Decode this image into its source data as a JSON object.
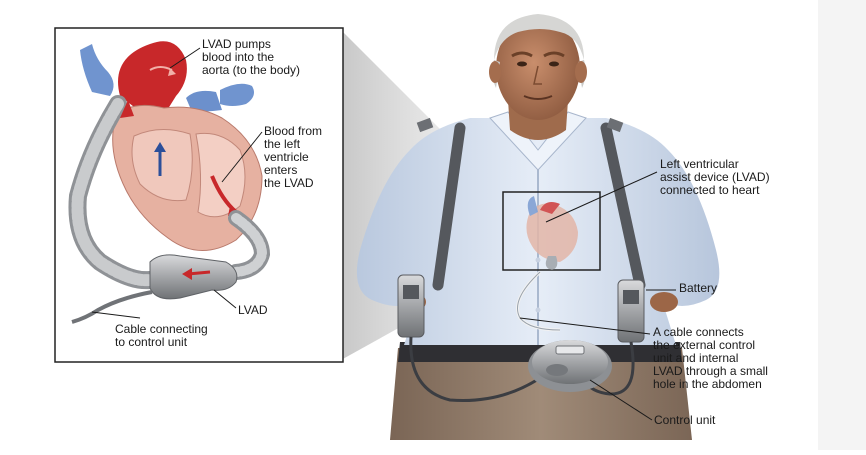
{
  "labels": {
    "lvad_pumps": "LVAD pumps\nblood into the\naorta (to the body)",
    "blood_from": "Blood from\nthe left\nventricle\nenters\nthe LVAD",
    "lvad": "LVAD",
    "cable_control": "Cable connecting\nto control unit",
    "left_ventricular": "Left ventricular\nassist device (LVAD)\nconnected to heart",
    "battery": "Battery",
    "cable_connects": "A cable connects\nthe external control\nunit and internal\nLVAD through a small\nhole in the abdomen",
    "control_unit": "Control unit"
  },
  "colors": {
    "blood_red": "#c8282a",
    "vein_blue": "#6f93cf",
    "heart_tissue": "#e8b5a6",
    "shirt": "#dbe4f1",
    "pants": "#8f7a68",
    "device_gray": "#a9abad",
    "strap": "#5a5d62"
  },
  "icons": [
    "heart-illustration",
    "lvad-pump",
    "person-illustration",
    "battery-pack",
    "control-unit"
  ]
}
